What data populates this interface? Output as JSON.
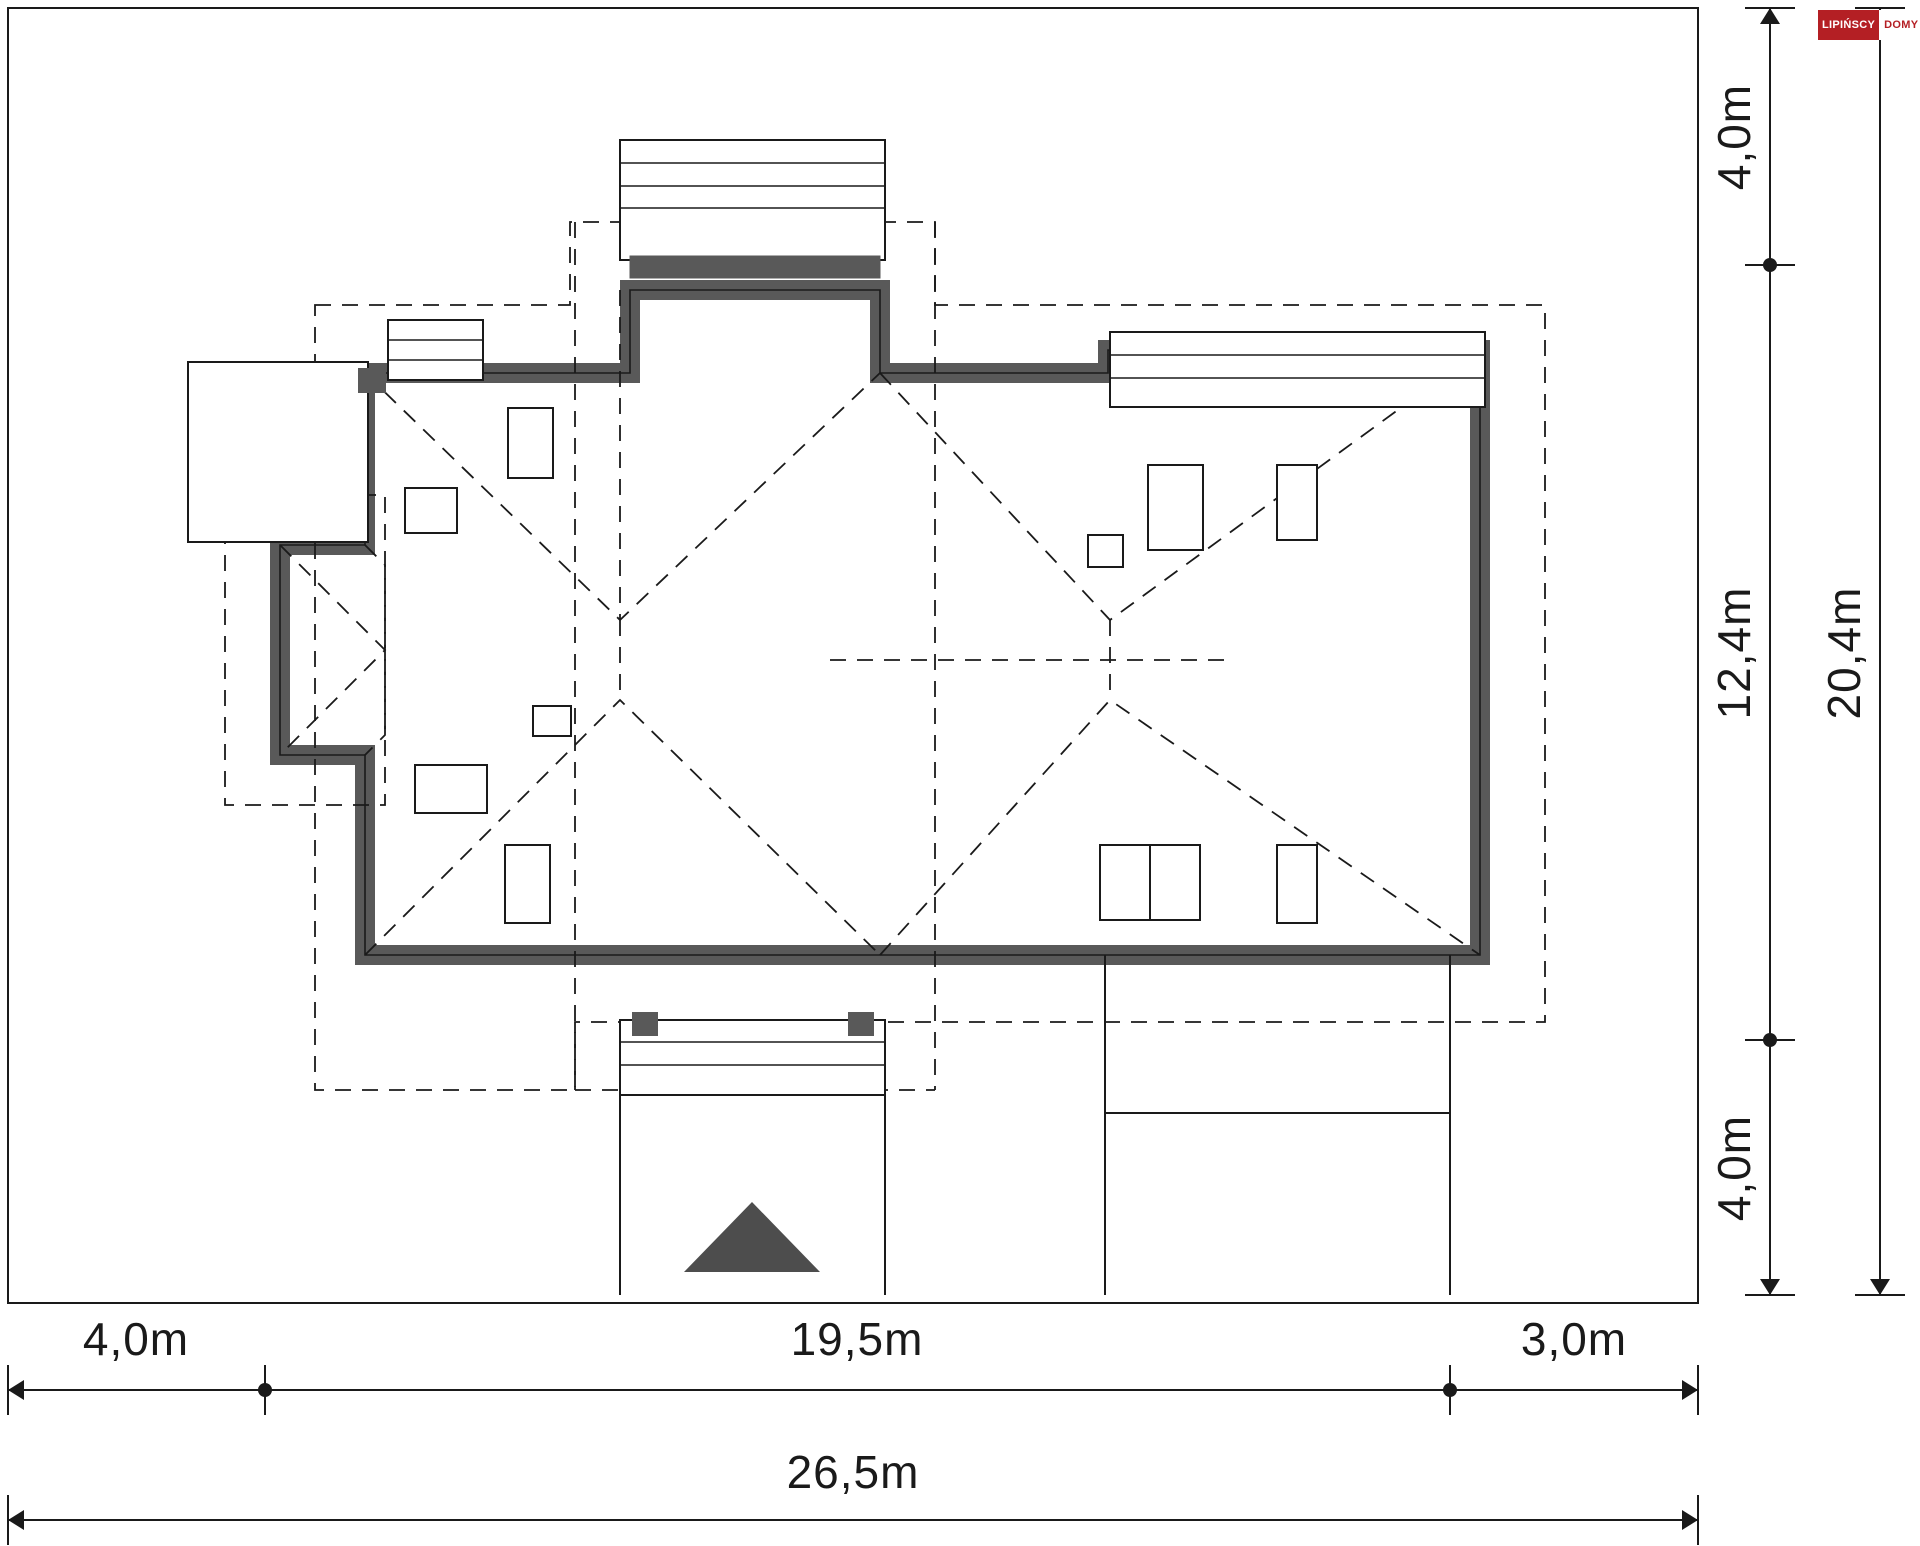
{
  "drawing": {
    "title": "Site plan / roof plan with plot dimensions",
    "units": "m",
    "brand": {
      "name_part1": "LIPIŃSCY",
      "name_part2": "DOMY",
      "accent_color": "#b41f24"
    },
    "colors": {
      "outline": "#1a1a1a",
      "roof_edge": "#595959",
      "dash": "#1a1a1a",
      "fill": "#ffffff",
      "arrow": "#4d4d4d"
    },
    "dimensions": {
      "right_top": "4,0m",
      "right_middle": "12,4m",
      "right_bottom": "4,0m",
      "right_total": "20,4m",
      "bottom_left": "4,0m",
      "bottom_middle": "19,5m",
      "bottom_right": "3,0m",
      "bottom_total": "26,5m"
    }
  }
}
